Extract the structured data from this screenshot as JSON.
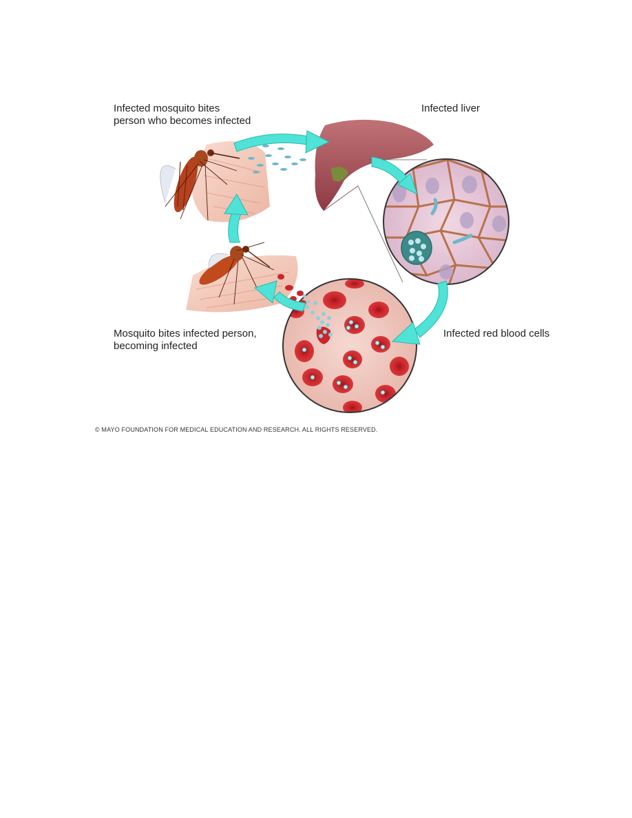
{
  "labels": {
    "mosquito_bites_person": [
      "Infected mosquito bites",
      "person who becomes infected"
    ],
    "infected_liver": "Infected liver",
    "infected_red_blood_cells": "Infected red blood cells",
    "mosquito_bites_infected_person": [
      "Mosquito bites infected person,",
      "becoming infected"
    ]
  },
  "copyright": "© MAYO FOUNDATION FOR MEDICAL EDUCATION AND RESEARCH. ALL RIGHTS RESERVED.",
  "colors": {
    "arrow": "#4fe3d8",
    "liver": "#a6515b",
    "blood_cell": "#c8262b",
    "skin": "#f2c3b4",
    "mosquito": "#b6421d",
    "parasite": "#6fb7c9"
  }
}
